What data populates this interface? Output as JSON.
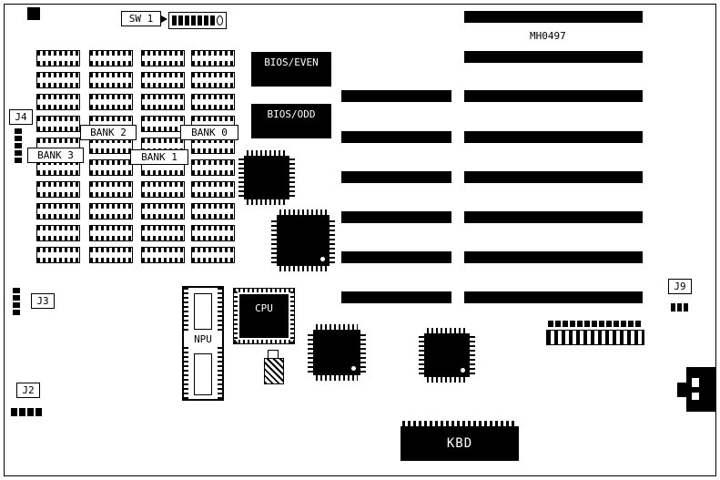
{
  "board": {
    "model": "MH0497",
    "colors": {
      "ink": "#000000",
      "paper": "#ffffff"
    }
  },
  "labels": {
    "sw1": "SW 1",
    "j2": "J2",
    "j3": "J3",
    "j4": "J4",
    "j9": "J9",
    "bank0": "BANK 0",
    "bank1": "BANK 1",
    "bank2": "BANK 2",
    "bank3": "BANK 3",
    "bios_even": "BIOS/EVEN",
    "bios_odd": "BIOS/ODD",
    "cpu": "CPU",
    "npu": "NPU",
    "kbd": "KBD"
  },
  "components": {
    "memory": {
      "columns": 4,
      "chips_per_column": 10
    },
    "expansion_slots": {
      "long": 8,
      "short": 6
    },
    "sw1_segments": 8,
    "header_pins": 13,
    "jumper_pins": {
      "j2": 4,
      "j3": 4,
      "j4": 5,
      "j9": 3
    }
  }
}
